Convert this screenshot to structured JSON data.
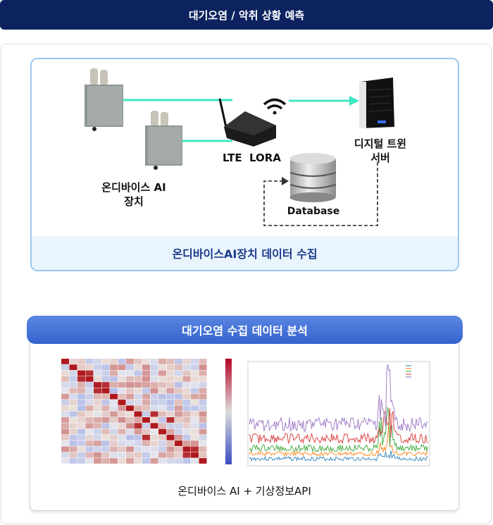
{
  "header": {
    "title": "대기오염 / 악취 상황 예측"
  },
  "collection": {
    "device_label_line1": "온디바이스 AI",
    "device_label_line2": "장치",
    "gateway_label": "LTE  LORA",
    "server_label_line1": "디지털 트윈",
    "server_label_line2": "서버",
    "database_label": "Database",
    "footer_title": "온디바이스AI장치 데이터 수집"
  },
  "analysis": {
    "title": "대기오염 수집 데이터 분석",
    "caption": "온디바이스 AI + 기상정보API"
  },
  "colors": {
    "navy": "#0d2360",
    "accent": "#3563cf",
    "link": "#3ee8c0",
    "footer_text": "#1a3a8a"
  }
}
